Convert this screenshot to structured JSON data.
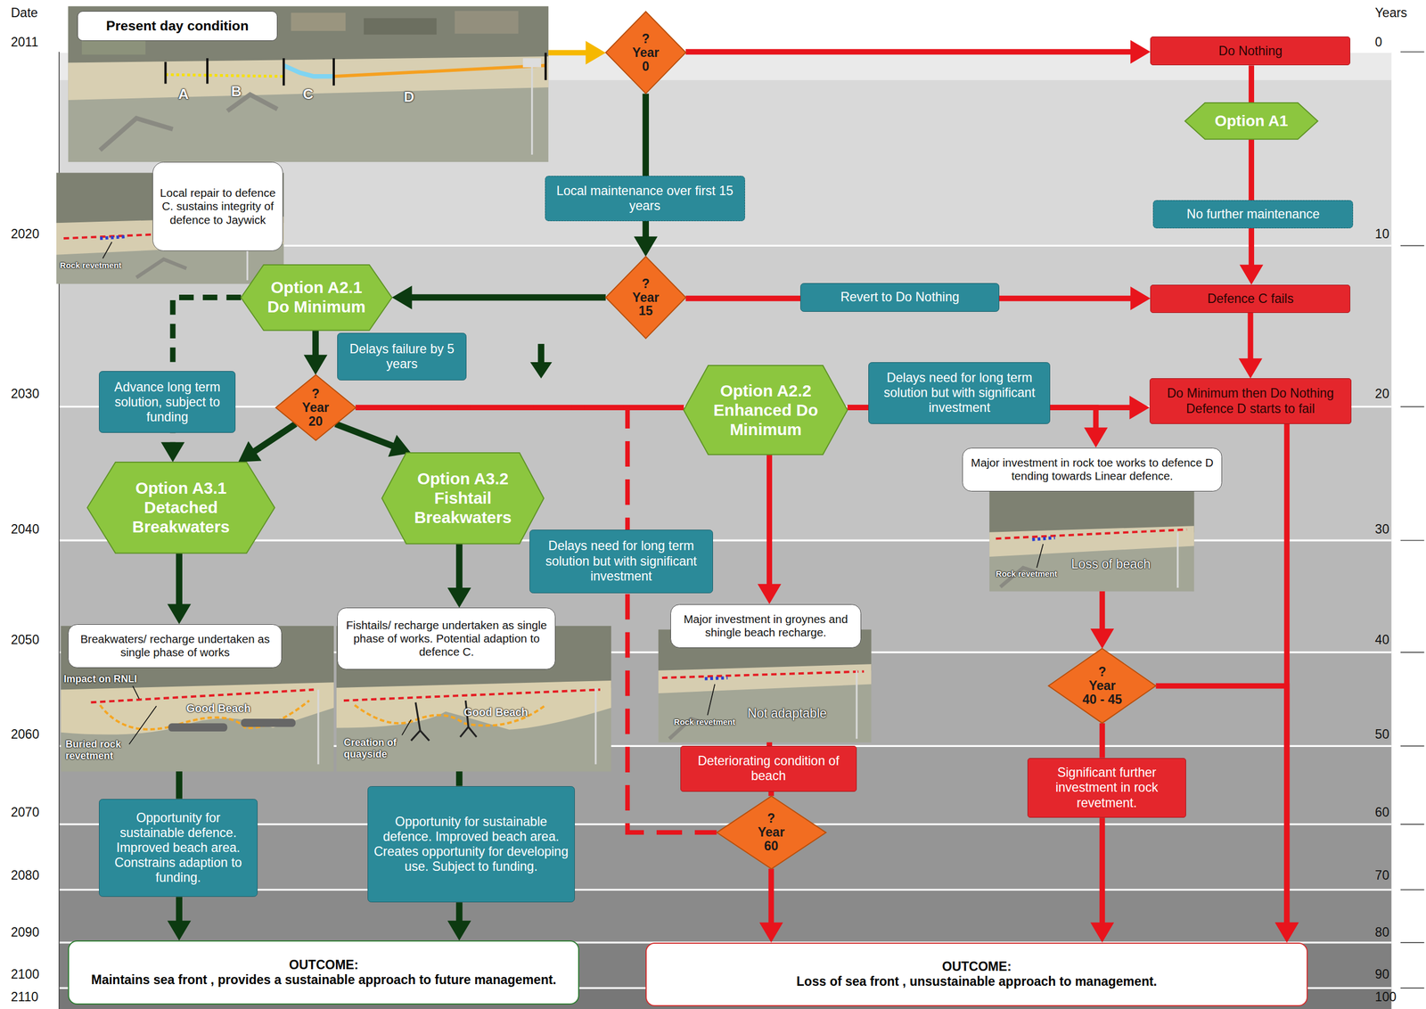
{
  "diagram": {
    "nodes": [
      {
        "text": [
          "Present day condition"
        ]
      },
      {
        "text": [
          "?",
          "Year 0"
        ]
      },
      {
        "text": [
          "Do Nothing"
        ]
      },
      {
        "text": [
          "Option A1"
        ]
      },
      {
        "text": [
          "Local repair to defence C. sustains integrity of defence to Jaywick"
        ]
      },
      {
        "text": [
          "?",
          "Year 15"
        ]
      },
      {
        "text": [
          "Defence C fails"
        ]
      },
      {
        "text": [
          "Option A2.1",
          "Do Minimum"
        ]
      },
      {
        "text": [
          "Delays failure by 5 years"
        ]
      },
      {
        "text": [
          "?",
          "Year 20"
        ]
      },
      {
        "text": [
          "Option A2.2",
          "Enhanced Do Minimum"
        ]
      },
      {
        "text": [
          "Do Minimum then Do Nothing Defence D starts to fail"
        ]
      },
      {
        "text": [
          "Option A3.1",
          "Detached Breakwaters"
        ]
      },
      {
        "text": [
          "Option A3.2",
          "Fishtail Breakwaters"
        ]
      },
      {
        "text": [
          "Major investment in rock toe works to defence D tending towards Linear defence."
        ]
      },
      {
        "text": [
          "Breakwaters/ recharge undertaken as single phase of works"
        ]
      },
      {
        "text": [
          "Fishtails/ recharge undertaken as single phase of works. Potential adaption to defence C."
        ]
      },
      {
        "text": [
          "Major investment in groynes and shingle beach recharge."
        ]
      },
      {
        "text": [
          "?",
          "Year 40 - 45"
        ]
      },
      {
        "text": [
          "Deteriorating condition of beach"
        ]
      },
      {
        "text": [
          "Significant further investment in rock revetment."
        ]
      },
      {
        "text": [
          "Opportunity for sustainable defence. Improved beach area. Constrains adaption to funding."
        ]
      },
      {
        "text": [
          "Opportunity for sustainable defence. Improved beach area. Creates opportunity for developing use. Subject to funding."
        ]
      },
      {
        "text": [
          "?",
          "Year 60"
        ]
      },
      {
        "text": [
          "OUTCOME:",
          "Maintains sea front , provides a sustainable approach to future management."
        ]
      },
      {
        "text": [
          "OUTCOME:",
          "Loss of sea front , unsustainable approach to management."
        ]
      }
    ],
    "edges": [
      {
        "from": 0,
        "to": 1,
        "arrow": "to"
      },
      {
        "from": 1,
        "to": 2,
        "arrow": "to"
      },
      {
        "from": 1,
        "to": 5,
        "label": "Local maintenance over first 15 years",
        "arrow": "to"
      },
      {
        "from": 2,
        "to": 3,
        "arrow": "none"
      },
      {
        "from": 3,
        "to": 6,
        "label": "No further maintenance",
        "arrow": "to"
      },
      {
        "from": 5,
        "to": 7,
        "arrow": "to"
      },
      {
        "from": 5,
        "to": 6,
        "label": "Revert to Do Nothing",
        "arrow": "to"
      },
      {
        "from": 7,
        "to": 9,
        "arrow": "to"
      },
      {
        "from": 7,
        "to": 12,
        "label": "Advance long term solution, subject to funding",
        "arrow": "to"
      },
      {
        "from": 9,
        "to": 12,
        "arrow": "to"
      },
      {
        "from": 9,
        "to": 13,
        "arrow": "to"
      },
      {
        "from": 9,
        "to": 10,
        "arrow": "none"
      },
      {
        "from": 9,
        "to": 23,
        "label": "Delays need for long term solution but with significant investment",
        "arrow": "none"
      },
      {
        "from": 10,
        "to": 11,
        "label": "Delays need for long term solution but with significant investment",
        "arrow": "to"
      },
      {
        "from": 10,
        "to": 14,
        "arrow": "to"
      },
      {
        "from": 6,
        "to": 11,
        "arrow": "to"
      },
      {
        "from": 11,
        "to": 25,
        "arrow": "to"
      },
      {
        "from": 10,
        "to": 17,
        "arrow": "to"
      },
      {
        "from": 12,
        "to": 15,
        "arrow": "to"
      },
      {
        "from": 13,
        "to": 16,
        "arrow": "to"
      },
      {
        "from": 14,
        "to": 18,
        "arrow": "to"
      },
      {
        "from": 18,
        "to": 25,
        "arrow": "to"
      },
      {
        "from": 18,
        "to": 20,
        "arrow": "none"
      },
      {
        "from": 20,
        "to": 25,
        "arrow": "to"
      },
      {
        "from": 17,
        "to": 19,
        "arrow": "none"
      },
      {
        "from": 19,
        "to": 23,
        "arrow": "none"
      },
      {
        "from": 23,
        "to": 25,
        "arrow": "to"
      },
      {
        "from": 15,
        "to": 21,
        "arrow": "none"
      },
      {
        "from": 21,
        "to": 24,
        "arrow": "to"
      },
      {
        "from": 16,
        "to": 22,
        "arrow": "none"
      },
      {
        "from": 22,
        "to": 24,
        "arrow": "to"
      }
    ],
    "labels": [
      "Date",
      "2011",
      "2020",
      "2030",
      "2040",
      "2050",
      "2060",
      "2070",
      "2080",
      "2090",
      "2100",
      "2110",
      "Years",
      "0",
      "10",
      "20",
      "30",
      "40",
      "50",
      "60",
      "70",
      "80",
      "90",
      "100",
      "A",
      "B",
      "C",
      "D",
      "Rock revetment",
      "Rock revetment",
      "Loss of beach",
      "Impact on RNLI",
      "Good Beach",
      "Buried rock revetment",
      "Good Beach",
      "Creation of quayside",
      "Rock revetment",
      "Not adaptable"
    ]
  }
}
